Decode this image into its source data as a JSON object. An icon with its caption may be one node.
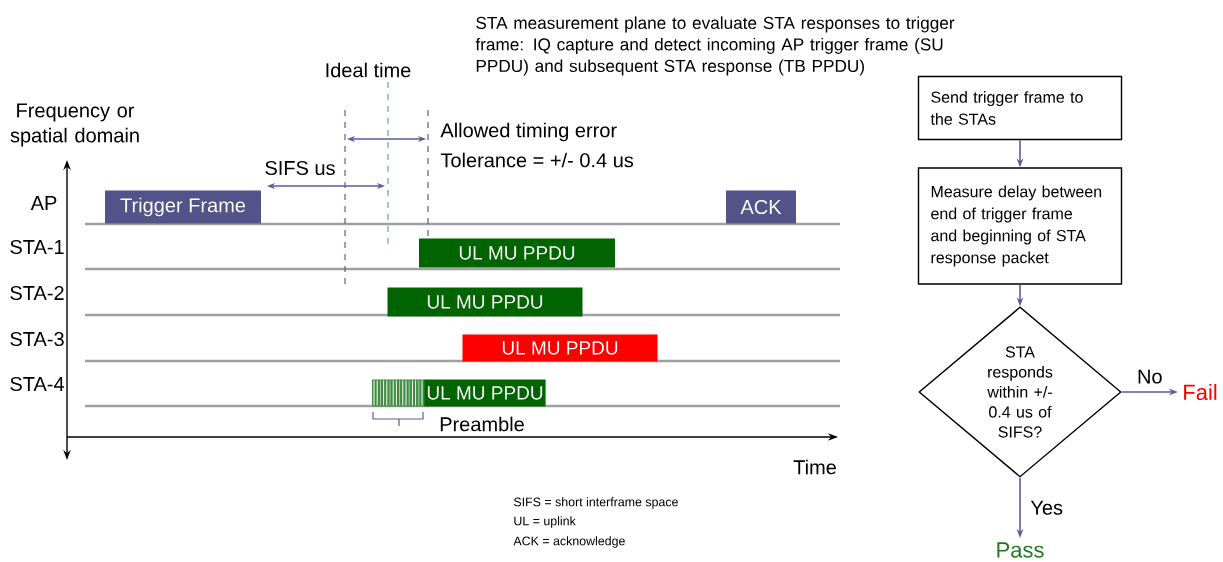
{
  "diagram": {
    "nodes": [
      {
        "text": [
          "Trigger Frame"
        ]
      },
      {
        "text": [
          "ACK"
        ]
      },
      {
        "text": [
          "UL MU PPDU"
        ]
      },
      {
        "text": [
          "UL MU PPDU"
        ]
      },
      {
        "text": [
          "UL MU PPDU"
        ]
      },
      {
        "text": [
          "UL MU PPDU"
        ]
      },
      {
        "text": [
          "Send trigger frame to the STAs"
        ]
      },
      {
        "text": [
          "Measure delay between end of trigger frame and beginning of STA response packet"
        ]
      },
      {
        "text": [
          "STA responds within +/- 0.4 us of SIFS?"
        ]
      },
      {
        "text": [
          "Fail"
        ]
      },
      {
        "text": [
          "Pass"
        ]
      }
    ],
    "edges": [
      {
        "from": 6,
        "to": 7,
        "arrow": "to"
      },
      {
        "from": 7,
        "to": 8,
        "arrow": "to"
      },
      {
        "from": 8,
        "to": 9,
        "arrow": "to",
        "label": "No"
      },
      {
        "from": 8,
        "to": 10,
        "arrow": "to",
        "label": "Yes"
      }
    ],
    "labels": [
      "STA measurement plane to evaluate STA responses to trigger frame: IQ capture and detect incoming AP trigger frame (SU PPDU) and subsequent STA response (TB PPDU)",
      "Ideal time",
      "Frequency or spatial domain",
      "Allowed timing error",
      "Tolerance = +/- 0.4 us",
      "SIFS us",
      "AP",
      "STA-1",
      "STA-2",
      "STA-3",
      "STA-4",
      "Preamble",
      "Time",
      "SIFS = short interframe space",
      "UL = uplink",
      "ACK = acknowledge"
    ]
  }
}
